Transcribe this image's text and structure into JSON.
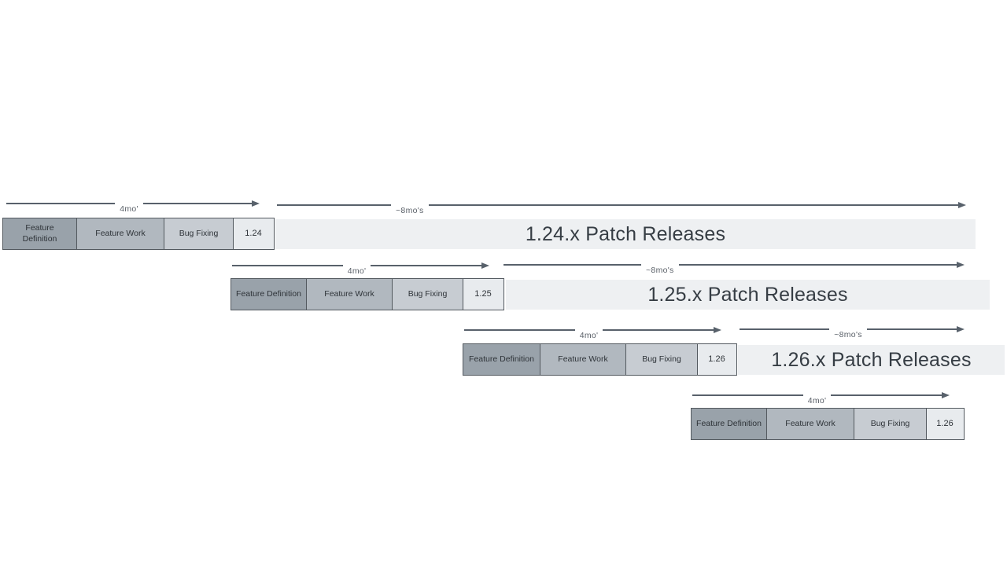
{
  "diagram": {
    "labels": {
      "four_month": "4mo'",
      "eight_month": "~8mo's"
    },
    "phases": {
      "feature_definition": "Feature Definition",
      "feature_work": "Feature Work",
      "bug_fixing": "Bug Fixing"
    },
    "rows": [
      {
        "version": "1.24",
        "patch": "1.24.x Patch Releases"
      },
      {
        "version": "1.25",
        "patch": "1.25.x Patch Releases"
      },
      {
        "version": "1.26",
        "patch": "1.26.x Patch Releases"
      },
      {
        "version": "1.26"
      }
    ],
    "colors": {
      "feature_definition": "#99a2aa",
      "feature_work": "#b1b8bf",
      "bug_fixing": "#c7ccd2",
      "version_box": "#e8ebee",
      "patch_bar": "#eef0f2",
      "box_border": "#53595f",
      "arrow": "#58616b",
      "background": "#ffffff"
    }
  }
}
